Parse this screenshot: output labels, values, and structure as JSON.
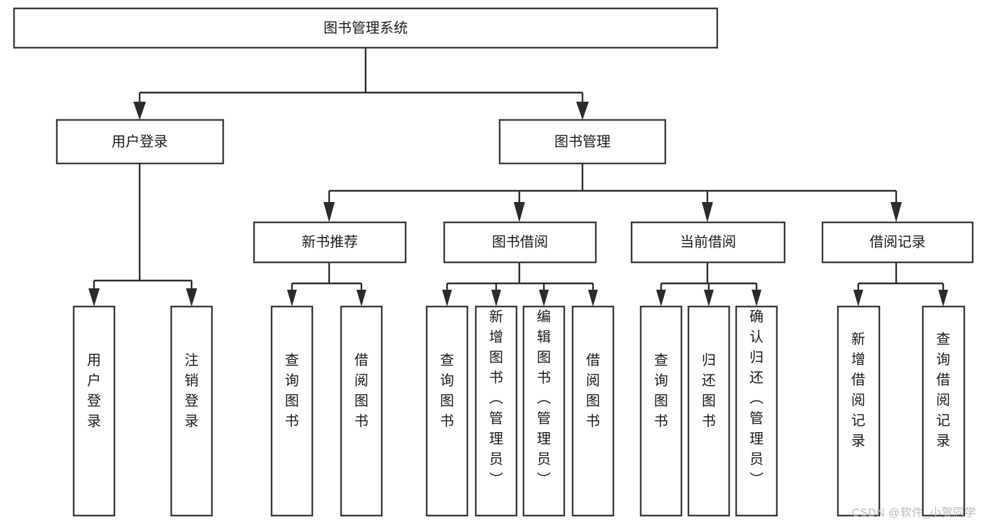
{
  "diagram": {
    "type": "tree-hierarchy",
    "orientation": "top-down",
    "background_color": "#ffffff",
    "box_stroke_color": "#3a3a3a",
    "box_fill_color": "#ffffff",
    "connector_color": "#2b2b2b",
    "text_color": "#1a1a1a",
    "root": {
      "label": "图书管理系统"
    },
    "level1": [
      {
        "label": "用户登录"
      },
      {
        "label": "图书管理"
      }
    ],
    "level2": [
      {
        "label": "新书推荐"
      },
      {
        "label": "图书借阅"
      },
      {
        "label": "当前借阅"
      },
      {
        "label": "借阅记录"
      }
    ],
    "leaves": {
      "user_login": [
        {
          "label": "用户登录"
        },
        {
          "label": "注销登录"
        }
      ],
      "new_book_recommend": [
        {
          "label": "查询图书"
        },
        {
          "label": "借阅图书"
        }
      ],
      "book_borrow": [
        {
          "label": "查询图书"
        },
        {
          "label": "新增图书（管理员）"
        },
        {
          "label": "编辑图书（管理员）"
        },
        {
          "label": "借阅图书"
        }
      ],
      "current_borrow": [
        {
          "label": "查询图书"
        },
        {
          "label": "归还图书"
        },
        {
          "label": "确认归还（管理员）"
        }
      ],
      "borrow_record": [
        {
          "label": "新增借阅记录"
        },
        {
          "label": "查询借阅记录"
        }
      ]
    }
  },
  "watermark": {
    "text": "CSDN @软件_小贺同学"
  }
}
